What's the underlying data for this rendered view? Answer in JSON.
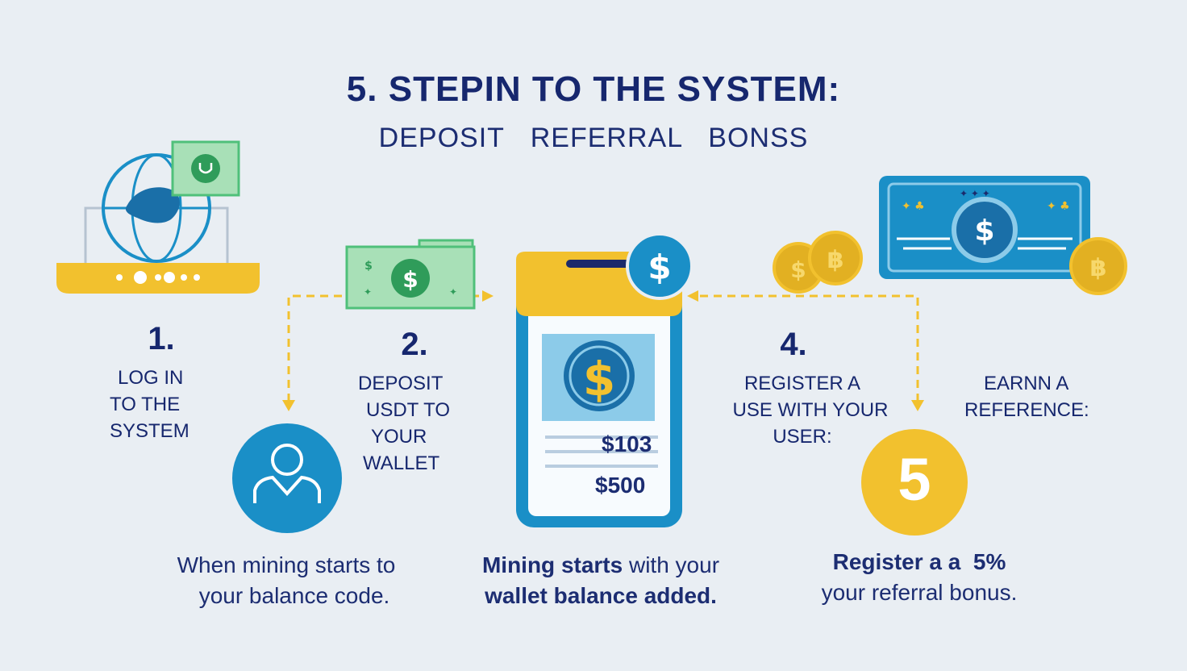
{
  "header": {
    "title": "5. STEPIN TO THE SYSTEM:",
    "subtitle": "DEPOSIT REFERRAL BONSS"
  },
  "steps": [
    {
      "number": "1.",
      "lines": [
        "LOG IN",
        "TO THE",
        "SYSTEM"
      ]
    },
    {
      "number": "2.",
      "lines": [
        "DEPOSIT",
        "USDT TO",
        "YOUR",
        "WALLET"
      ]
    },
    {
      "number": "4.",
      "lines": [
        "REGISTER A",
        "USE WITH YOUR",
        "USER:"
      ]
    },
    {
      "number": "5",
      "lines": [
        "EARNN A",
        "REFERENCE:"
      ]
    }
  ],
  "phone": {
    "amount_1": "$103",
    "amount_2": "$500"
  },
  "captions": {
    "left_line1": "When mining starts to",
    "left_line2": "your balance code.",
    "center_line1_bold": "Mining starts",
    "center_line1_rest": " with your",
    "center_line2": "wallet balance added.",
    "right_line1": "Register a a  5%",
    "right_line2": "your referral bonus."
  },
  "icons": {
    "laptop": "laptop-globe-icon",
    "phone": "mobile-wallet-icon",
    "user": "user-avatar-icon",
    "banknote": "dollar-banknote-icon",
    "coin": "bitcoin-coin-icon"
  },
  "colors": {
    "navy": "#16276e",
    "blue": "#1a8fc7",
    "yellow": "#f2c12e",
    "green": "#4fc07a",
    "dashed_arrow": "#f2c12e"
  }
}
